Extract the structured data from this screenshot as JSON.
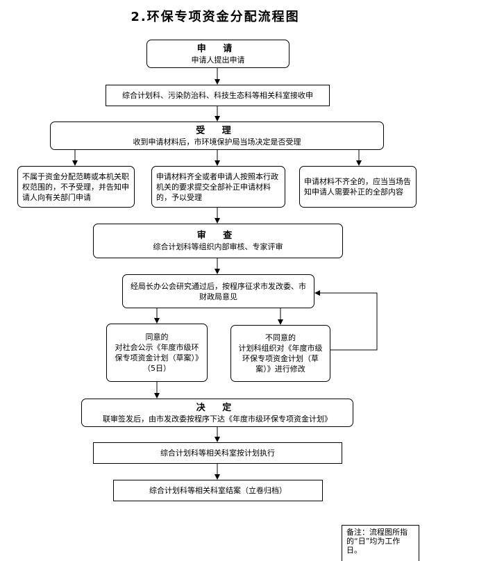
{
  "title": "2.环保专项资金分配流程图",
  "nodes": {
    "apply": {
      "head": "申  请",
      "text": "申请人提出申请"
    },
    "receive": {
      "text": "综合计划科、污染防治科、科技生态科等相关科室接收申"
    },
    "accept": {
      "head": "受  理",
      "text": "收到申请材料后，市环境保护局当场决定是否受理"
    },
    "reject": {
      "text": "不属于资金分配范畴或本机关职权范围的，不予受理，并告知申请人向有关部门申请"
    },
    "complete": {
      "text": "申请材料齐全或者申请人按照本行政机关的要求提交全部补正申请材料的，予以受理"
    },
    "incomplete": {
      "text": "申请材料不齐全的，应当当场告知申请人需要补正的全部内容"
    },
    "review": {
      "head": "审  查",
      "text": "综合计划科等组织内部审核、专家评审"
    },
    "meeting": {
      "text": "经局长办公会研究通过后，按程序征求市发改委、市财政局意见"
    },
    "agree": {
      "line1": "同意的",
      "line2": "对社会公示《年度市级环保专项资金计划（草案）》（5日）"
    },
    "disagree": {
      "line1": "不同意的",
      "line2": "计划科组织对《年度市级环保专项资金计划（草案）》进行修改"
    },
    "decide": {
      "head": "决  定",
      "text": "联审签发后，由市发改委按程序下达《年度市级环保专项资金计划》"
    },
    "execute": {
      "text": "综合计划科等相关科室按计划执行"
    },
    "close": {
      "text": "综合计划科等相关科室结案（立卷归档）"
    }
  },
  "note": "备注：流程图所指的“日”均为工作日。"
}
